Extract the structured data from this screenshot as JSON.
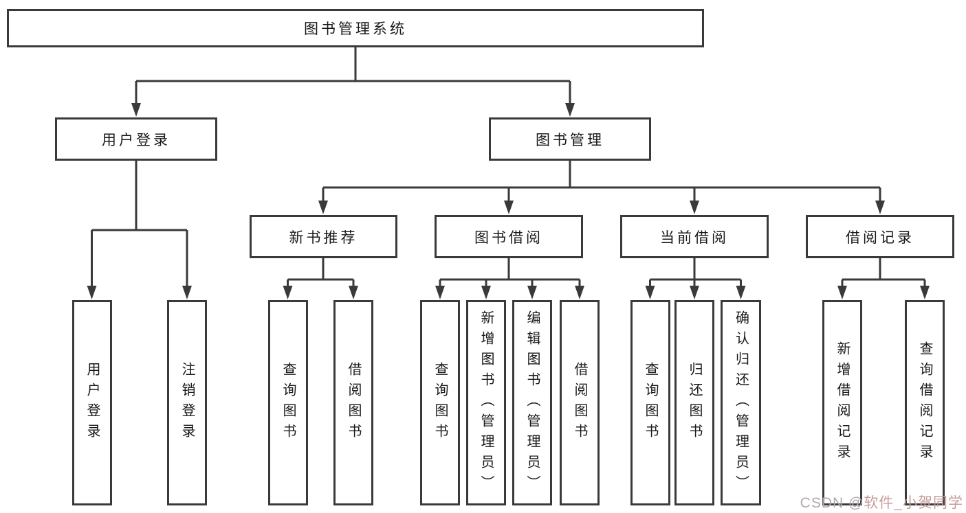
{
  "diagram": {
    "nodes": {
      "root": {
        "label": "图书管理系统"
      },
      "user_login": {
        "label": "用户登录"
      },
      "book_management": {
        "label": "图书管理"
      },
      "new_book_recommend": {
        "label": "新书推荐"
      },
      "book_borrow": {
        "label": "图书借阅"
      },
      "current_borrow": {
        "label": "当前借阅"
      },
      "borrow_records": {
        "label": "借阅记录"
      },
      "ul_user_login": {
        "label": "用户登录"
      },
      "ul_logout": {
        "label": "注销登录"
      },
      "nb_query_book": {
        "label": "查询图书"
      },
      "nb_borrow_book": {
        "label": "借阅图书"
      },
      "bb_query_book": {
        "label": "查询图书"
      },
      "bb_add_book": {
        "label": "新增图书（管理员）"
      },
      "bb_edit_book": {
        "label": "编辑图书（管理员）"
      },
      "bb_borrow_book": {
        "label": "借阅图书"
      },
      "cb_query_book": {
        "label": "查询图书"
      },
      "cb_return_book": {
        "label": "归还图书"
      },
      "cb_confirm_return": {
        "label": "确认归还（管理员）"
      },
      "br_add_record": {
        "label": "新增借阅记录"
      },
      "br_query_record": {
        "label": "查询借阅记录"
      }
    },
    "hierarchy": {
      "图书管理系统": {
        "用户登录": [
          "用户登录",
          "注销登录"
        ],
        "图书管理": {
          "新书推荐": [
            "查询图书",
            "借阅图书"
          ],
          "图书借阅": [
            "查询图书",
            "新增图书（管理员）",
            "编辑图书（管理员）",
            "借阅图书"
          ],
          "当前借阅": [
            "查询图书",
            "归还图书",
            "确认归还（管理员）"
          ],
          "借阅记录": [
            "新增借阅记录",
            "查询借阅记录"
          ]
        }
      }
    },
    "watermark": {
      "prefix": "CSDN @",
      "author": "软件_小贺同学"
    },
    "colors": {
      "line": "#3a3a3a",
      "text": "#181818",
      "watermark_gray": "#b3abab",
      "watermark_red": "#c79c9c"
    }
  }
}
